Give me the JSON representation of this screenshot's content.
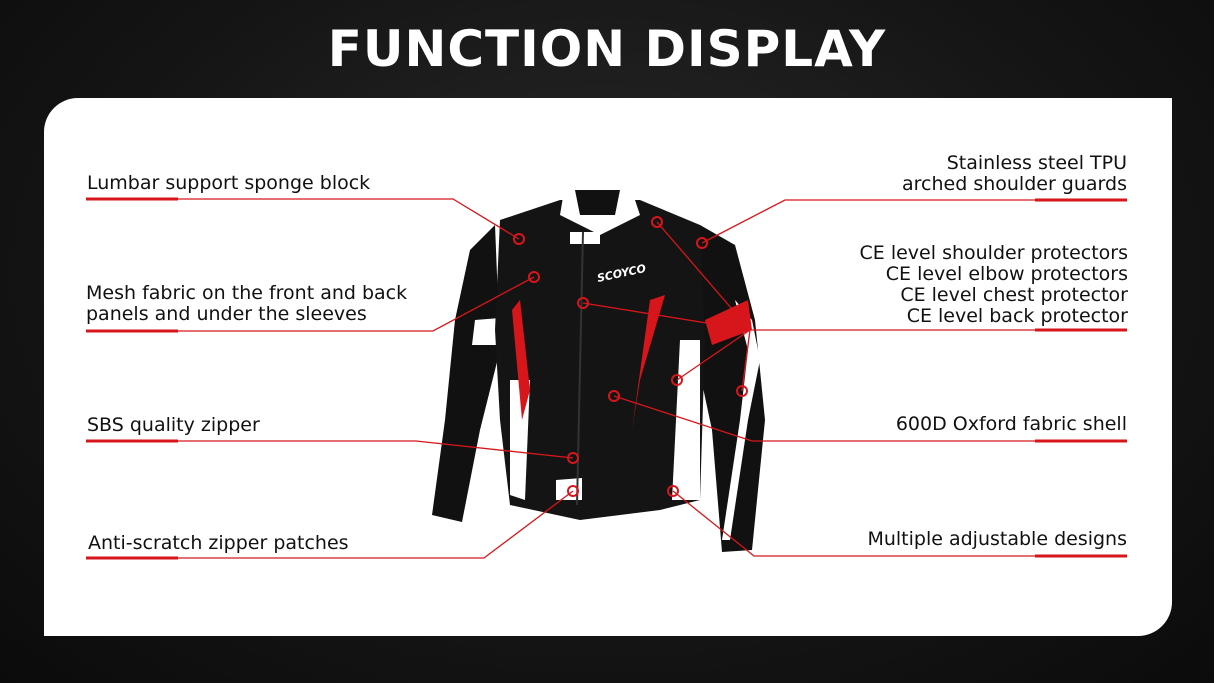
{
  "title": "FUNCTION DISPLAY",
  "brand": "SCOYCO",
  "accent_color": "#d7161b",
  "features_left": [
    {
      "label": "Lumbar support sponge block"
    },
    {
      "label_line1": "Mesh fabric on the front and back",
      "label_line2": "panels and under the sleeves"
    },
    {
      "label": "SBS quality zipper"
    },
    {
      "label": "Anti-scratch zipper patches"
    }
  ],
  "features_right": [
    {
      "label_line1": "Stainless steel TPU",
      "label_line2": "arched shoulder guards"
    },
    {
      "lines": [
        "CE level shoulder protectors",
        "CE level elbow protectors",
        "CE level chest protector",
        "CE level back protector"
      ]
    },
    {
      "label": "600D Oxford fabric shell"
    },
    {
      "label": "Multiple adjustable designs"
    }
  ]
}
